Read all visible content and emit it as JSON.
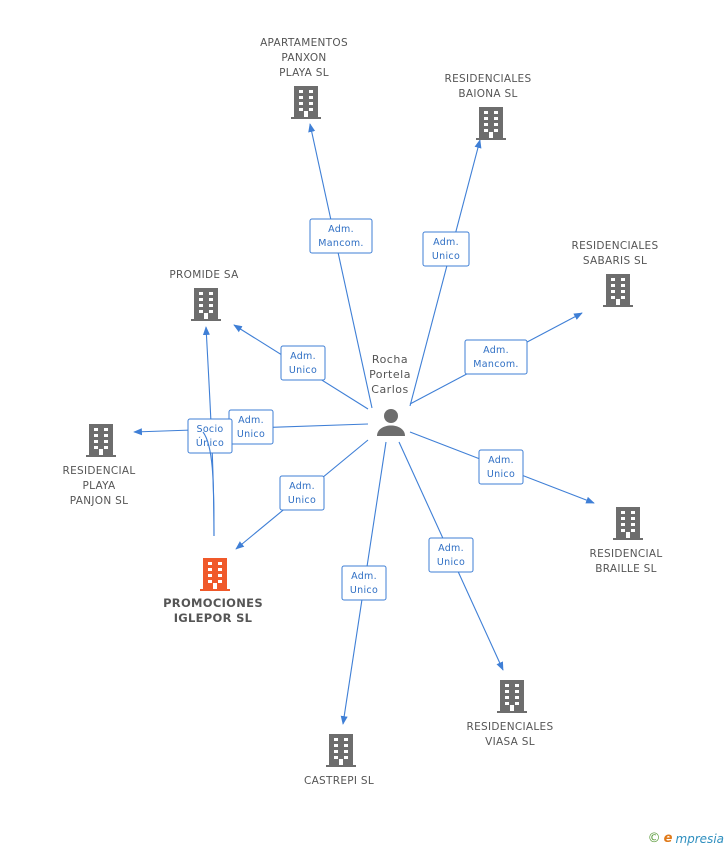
{
  "person": {
    "name_lines": [
      "Rocha",
      "Portela",
      "Carlos"
    ],
    "icon": "person-icon"
  },
  "companies": [
    {
      "id": "apartamentos",
      "name_lines": [
        "APARTAMENTOS",
        "PANXON",
        "PLAYA SL"
      ],
      "icon": "building-icon",
      "highlight": false
    },
    {
      "id": "baiona",
      "name_lines": [
        "RESIDENCIALES",
        "BAIONA SL"
      ],
      "icon": "building-icon",
      "highlight": false
    },
    {
      "id": "sabaris",
      "name_lines": [
        "RESIDENCIALES",
        "SABARIS  SL"
      ],
      "icon": "building-icon",
      "highlight": false
    },
    {
      "id": "promide",
      "name_lines": [
        "PROMIDE SA"
      ],
      "icon": "building-icon",
      "highlight": false
    },
    {
      "id": "playa-panjon",
      "name_lines": [
        "RESIDENCIAL",
        "PLAYA",
        "PANJON SL"
      ],
      "icon": "building-icon",
      "highlight": false
    },
    {
      "id": "braille",
      "name_lines": [
        "RESIDENCIAL",
        "BRAILLE SL"
      ],
      "icon": "building-icon",
      "highlight": false
    },
    {
      "id": "iglepor",
      "name_lines": [
        "PROMOCIONES",
        "IGLEPOR SL"
      ],
      "icon": "building-icon",
      "highlight": true
    },
    {
      "id": "castrepi",
      "name_lines": [
        "CASTREPI SL"
      ],
      "icon": "building-icon",
      "highlight": false
    },
    {
      "id": "viasa",
      "name_lines": [
        "RESIDENCIALES",
        "VIASA SL"
      ],
      "icon": "building-icon",
      "highlight": false
    }
  ],
  "relations": [
    {
      "from": "person",
      "to": "apartamentos",
      "label_lines": [
        "Adm.",
        "Mancom."
      ]
    },
    {
      "from": "person",
      "to": "baiona",
      "label_lines": [
        "Adm.",
        "Unico"
      ]
    },
    {
      "from": "person",
      "to": "sabaris",
      "label_lines": [
        "Adm.",
        "Mancom."
      ]
    },
    {
      "from": "person",
      "to": "promide",
      "label_lines": [
        "Adm.",
        "Unico"
      ]
    },
    {
      "from": "person",
      "to": "playa-panjon",
      "label_lines": [
        "Adm.",
        "Unico"
      ]
    },
    {
      "from": "person",
      "to": "braille",
      "label_lines": [
        "Adm.",
        "Unico"
      ]
    },
    {
      "from": "person",
      "to": "iglepor",
      "label_lines": [
        "Adm.",
        "Unico"
      ]
    },
    {
      "from": "person",
      "to": "castrepi",
      "label_lines": [
        "Adm.",
        "Unico"
      ]
    },
    {
      "from": "person",
      "to": "viasa",
      "label_lines": [
        "Adm.",
        "Unico"
      ]
    },
    {
      "from": "iglepor",
      "to": "promide",
      "label_lines": [
        "Socio",
        "Único"
      ]
    },
    {
      "from": "iglepor",
      "to": "playa-panjon",
      "label_lines": []
    }
  ],
  "colors": {
    "edge": "#3f7fd6",
    "building": "#6d6d6d",
    "building_highlight": "#f0592a",
    "person": "#6d6d6d"
  },
  "brand": {
    "copyright": "©",
    "initial": "e",
    "rest": "mpresia"
  }
}
